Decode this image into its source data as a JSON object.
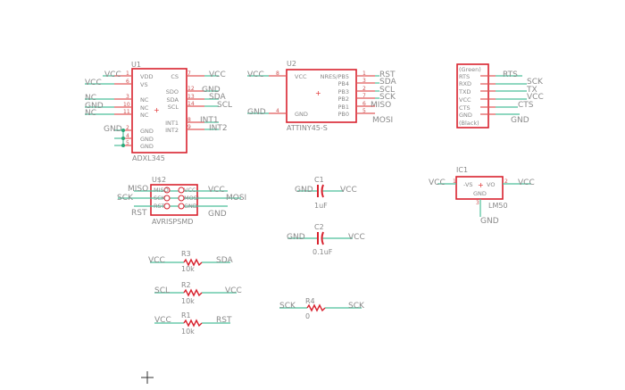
{
  "adxl": {
    "name": "U1",
    "value": "ADXL345",
    "left_pins": [
      "VDD",
      "VS",
      "NC",
      "NC",
      "NC",
      "GND",
      "GND",
      "GND"
    ],
    "left_nums": [
      "1",
      "6",
      "3",
      "10",
      "11",
      "2",
      "4",
      "5"
    ],
    "right_pins": [
      "CS",
      "SDO",
      "SDA",
      "SCL",
      "INT1",
      "INT2"
    ],
    "right_nums": [
      "7",
      "12",
      "13",
      "14",
      "8",
      "9"
    ],
    "left_nets": [
      "VCC",
      "VCC",
      "NC",
      "GND",
      "NC",
      "GND"
    ],
    "right_nets": [
      "VCC",
      "GND",
      "SDA",
      "SCL",
      "INT1",
      "INT2"
    ]
  },
  "attiny": {
    "name": "U2",
    "value": "ATTINY45-S",
    "left_pins": [
      "VCC",
      "GND"
    ],
    "left_nums": [
      "8",
      "4"
    ],
    "left_nets": [
      "VCC",
      "GND"
    ],
    "right_pins": [
      "NRES/PB5",
      "PB4",
      "PB3",
      "PB2",
      "PB1",
      "PB0"
    ],
    "right_nums": [
      "1",
      "3",
      "2",
      "7",
      "6",
      "5"
    ],
    "right_nets": [
      "RST",
      "SDA",
      "SCL",
      "SCK",
      "MISO",
      "MOSI"
    ]
  },
  "ftdi": {
    "top": "(Green)",
    "bottom": "(Black)",
    "pins": [
      "RTS",
      "RXD",
      "TXD",
      "VCC",
      "CTS",
      "GND"
    ],
    "nets": [
      "RTS",
      "SCK",
      "TX",
      "VCC",
      "CTS",
      "GND"
    ]
  },
  "ic1": {
    "name": "IC1",
    "value": "LM50",
    "vs": "-VS",
    "vo": "VO",
    "gnd": "GND",
    "n1": "1",
    "n2": "2",
    "n3": "3",
    "nets": [
      "VCC",
      "VCC",
      "GND"
    ]
  },
  "isp": {
    "name": "U$2",
    "value": "AVRISPSMD",
    "pins_l": [
      "MISO",
      "SCK",
      "RST"
    ],
    "pins_r": [
      "VCC",
      "MOSI",
      "GND"
    ],
    "nets_l": [
      "MISO",
      "SCK",
      "RST"
    ],
    "nets_r": [
      "VCC",
      "MOSI",
      "GND"
    ]
  },
  "c1": {
    "name": "C1",
    "value": "1uF",
    "nets": [
      "GND",
      "VCC"
    ]
  },
  "c2": {
    "name": "C2",
    "value": "0.1uF",
    "nets": [
      "GND",
      "VCC"
    ]
  },
  "r3": {
    "name": "R3",
    "value": "10k",
    "nets": [
      "VCC",
      "SDA"
    ]
  },
  "r2": {
    "name": "R2",
    "value": "10k",
    "nets": [
      "SCL",
      "VCC"
    ]
  },
  "r1": {
    "name": "R1",
    "value": "10k",
    "nets": [
      "VCC",
      "RST"
    ]
  },
  "r4": {
    "name": "R4",
    "value": "0",
    "nets": [
      "SCK",
      "SCK"
    ]
  }
}
